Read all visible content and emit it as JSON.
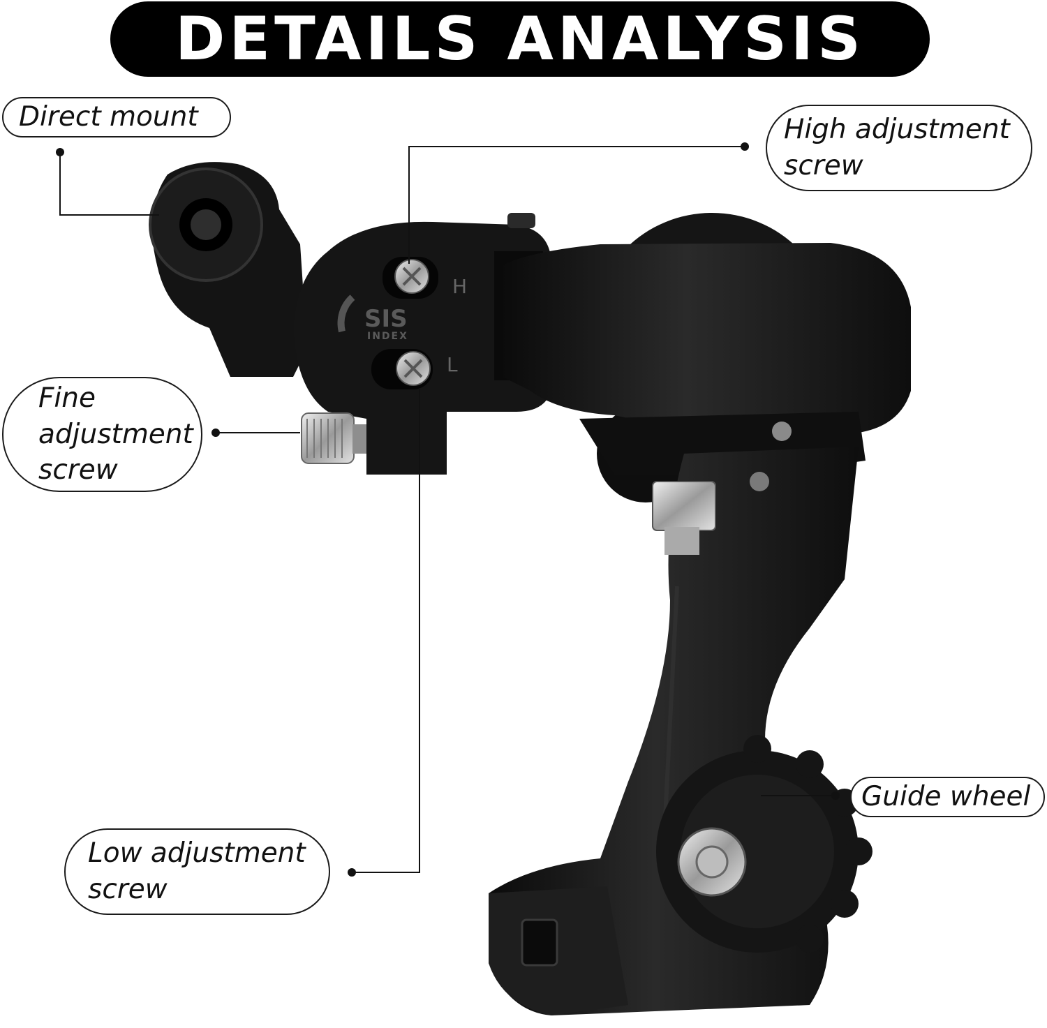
{
  "title": "DETAILS ANALYSIS",
  "callouts": {
    "direct_mount": "Direct mount",
    "high_adjustment": [
      "High adjustment",
      "screw"
    ],
    "fine_adjustment": [
      "Fine",
      "adjustment",
      "screw"
    ],
    "low_adjustment": [
      "Low adjustment",
      "screw"
    ],
    "guide_wheel": "Guide wheel"
  },
  "markings": {
    "brand": "SIS",
    "brand_sub": "INDEX",
    "high": "H",
    "low": "L"
  },
  "colors": {
    "body": "#161616",
    "metal": "#c9c9c9",
    "banner": "#000000"
  }
}
